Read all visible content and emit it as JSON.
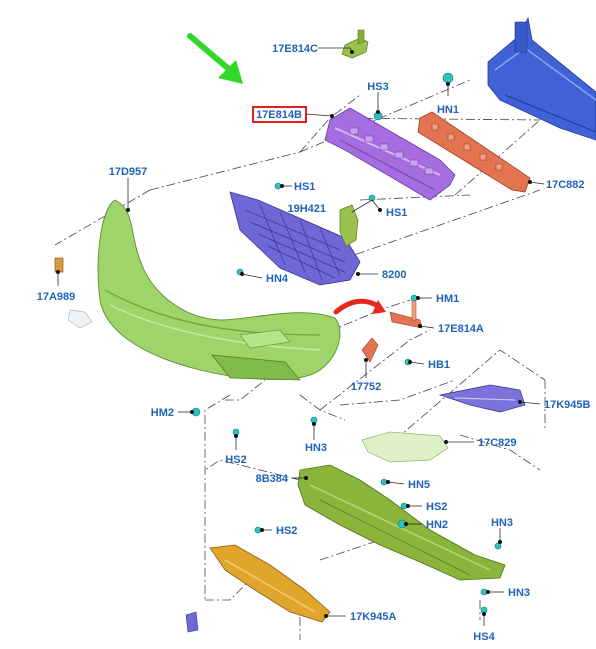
{
  "labels": {
    "p17E814C": "17E814C",
    "pHS3": "HS3",
    "pHN1_top": "HN1",
    "p17E814B": "17E814B",
    "p17C882": "17C882",
    "p17D957": "17D957",
    "pHS1_a": "HS1",
    "p19H421": "19H421",
    "pHS1_b": "HS1",
    "pHN4": "HN4",
    "p8200": "8200",
    "p17A989": "17A989",
    "pHM1": "HM1",
    "p17E814A": "17E814A",
    "pHB1": "HB1",
    "p17752": "17752",
    "p17K945B": "17K945B",
    "pHM2": "HM2",
    "pHS2_a": "HS2",
    "pHN3_a": "HN3",
    "p17C829": "17C829",
    "p8B384": "8B384",
    "pHN5": "HN5",
    "pHS2_b": "HS2",
    "pHN2": "HN2",
    "pHN3_b": "HN3",
    "pHS2_c": "HS2",
    "pHN3_c": "HN3",
    "p17K945A": "17K945A",
    "pHS4": "HS4"
  },
  "highlighted_part": "17E814B",
  "colors": {
    "label_text": "#1f63b8",
    "highlight_box": "#e11d1d",
    "pointer_arrow_green": "#33d62a",
    "callout_arrow_red": "#e8281f",
    "bumper_cover": "#9fd46a",
    "reinforcement_beam": "#3f62d6",
    "upper_grille_bracket": "#a66de0",
    "energy_absorber": "#e27452",
    "lower_grille": "#6f67d6",
    "deflector_bottom": "#e0a52a",
    "undertray": "#8ab53a",
    "fastener": "#2fc3c0"
  }
}
